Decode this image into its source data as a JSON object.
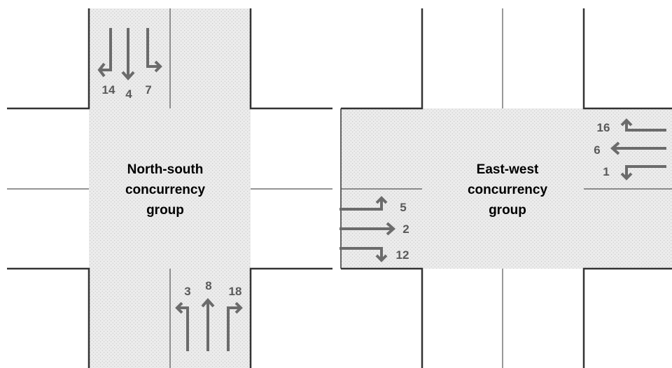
{
  "colors": {
    "road_fill": "#e6e6e6",
    "curb": "#333333",
    "lane_line": "#555555",
    "arrow": "#6b6b6b",
    "movement_number": "#595959",
    "label": "#000000"
  },
  "north_south": {
    "label_lines": [
      "North-south",
      "concurrency",
      "group"
    ],
    "movements": {
      "sb_left": "14",
      "sb_through": "4",
      "sb_right": "7",
      "nb_left": "3",
      "nb_through": "8",
      "nb_right": "18"
    }
  },
  "east_west": {
    "label_lines": [
      "East-west",
      "concurrency",
      "group"
    ],
    "movements": {
      "wb_right": "16",
      "wb_through": "6",
      "wb_left": "1",
      "eb_left": "5",
      "eb_through": "2",
      "eb_right": "12"
    }
  }
}
